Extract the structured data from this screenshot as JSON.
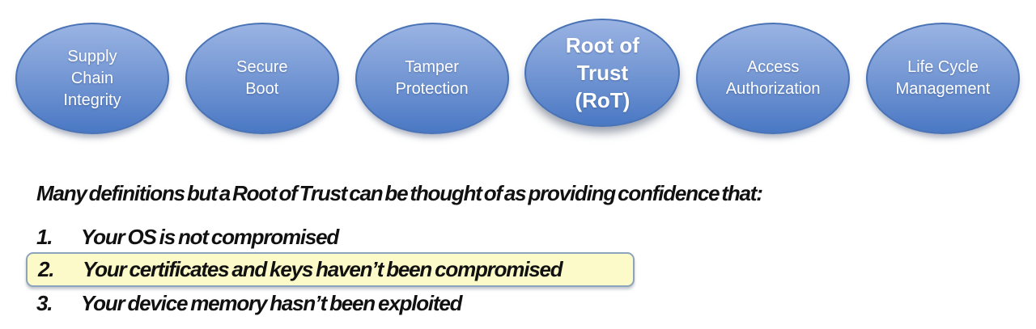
{
  "ellipse_row": {
    "items": [
      {
        "label": "Supply\nChain\nIntegrity"
      },
      {
        "label": "Secure\nBoot"
      },
      {
        "label": "Tamper\nProtection"
      },
      {
        "label": "Root of\nTrust\n(RoT)",
        "emphasis": true
      },
      {
        "label": "Access\nAuthorization"
      },
      {
        "label": "Life Cycle\nManagement"
      }
    ]
  },
  "body": {
    "heading": "Many definitions but a Root of Trust can be thought of as providing confidence that:",
    "items": [
      {
        "number": "1.",
        "text": "Your OS is not compromised",
        "highlighted": false
      },
      {
        "number": "2.",
        "text": "Your certificates and keys haven’t been compromised",
        "highlighted": true
      },
      {
        "number": "3.",
        "text": "Your device memory hasn’t been exploited",
        "highlighted": false
      }
    ]
  },
  "colors": {
    "ellipse_fill_top": "#9AB3E3",
    "ellipse_fill_mid": "#7094D2",
    "ellipse_fill_bottom": "#4A78C4",
    "ellipse_border": "#4A73B6",
    "ellipse_text": "#FFFFFF",
    "highlight_fill": "#FCFAC8",
    "highlight_border": "#8CA3BC",
    "text": "#111111"
  }
}
